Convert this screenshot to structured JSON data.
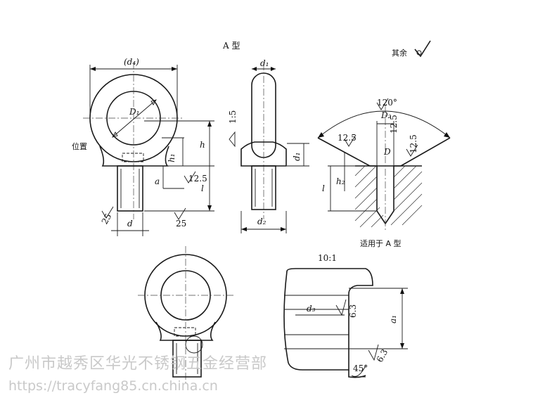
{
  "labels": {
    "type_a": "A 型",
    "rest_finish": "其余",
    "d4": "(d₄)",
    "d1": "d₁",
    "D1": "D₁",
    "taper": "1:5",
    "position": "位置",
    "h": "h",
    "h1": "h₁",
    "a": "a",
    "l": "l",
    "d": "d",
    "d2": "d₂",
    "r12_5a": "12.5",
    "r25a": "25",
    "r25b": "25",
    "angle120": "120°",
    "D2": "D₂",
    "r12_5b": "12.5",
    "r12_5c": "12.5",
    "r12_5d": "12.5",
    "D": "D",
    "l2": "l",
    "h2": "h₂",
    "for_type_a": "适用于 A 型",
    "scale": "10:1",
    "d3": "d₃",
    "r6_3a": "6.3",
    "a1": "a₁",
    "r6_3b": "6.3",
    "angle45": "45°"
  },
  "watermark": {
    "company": "广州市越秀区华光不锈钢五金经营部",
    "url": "https://tracyfang85.cn.china.cn"
  }
}
